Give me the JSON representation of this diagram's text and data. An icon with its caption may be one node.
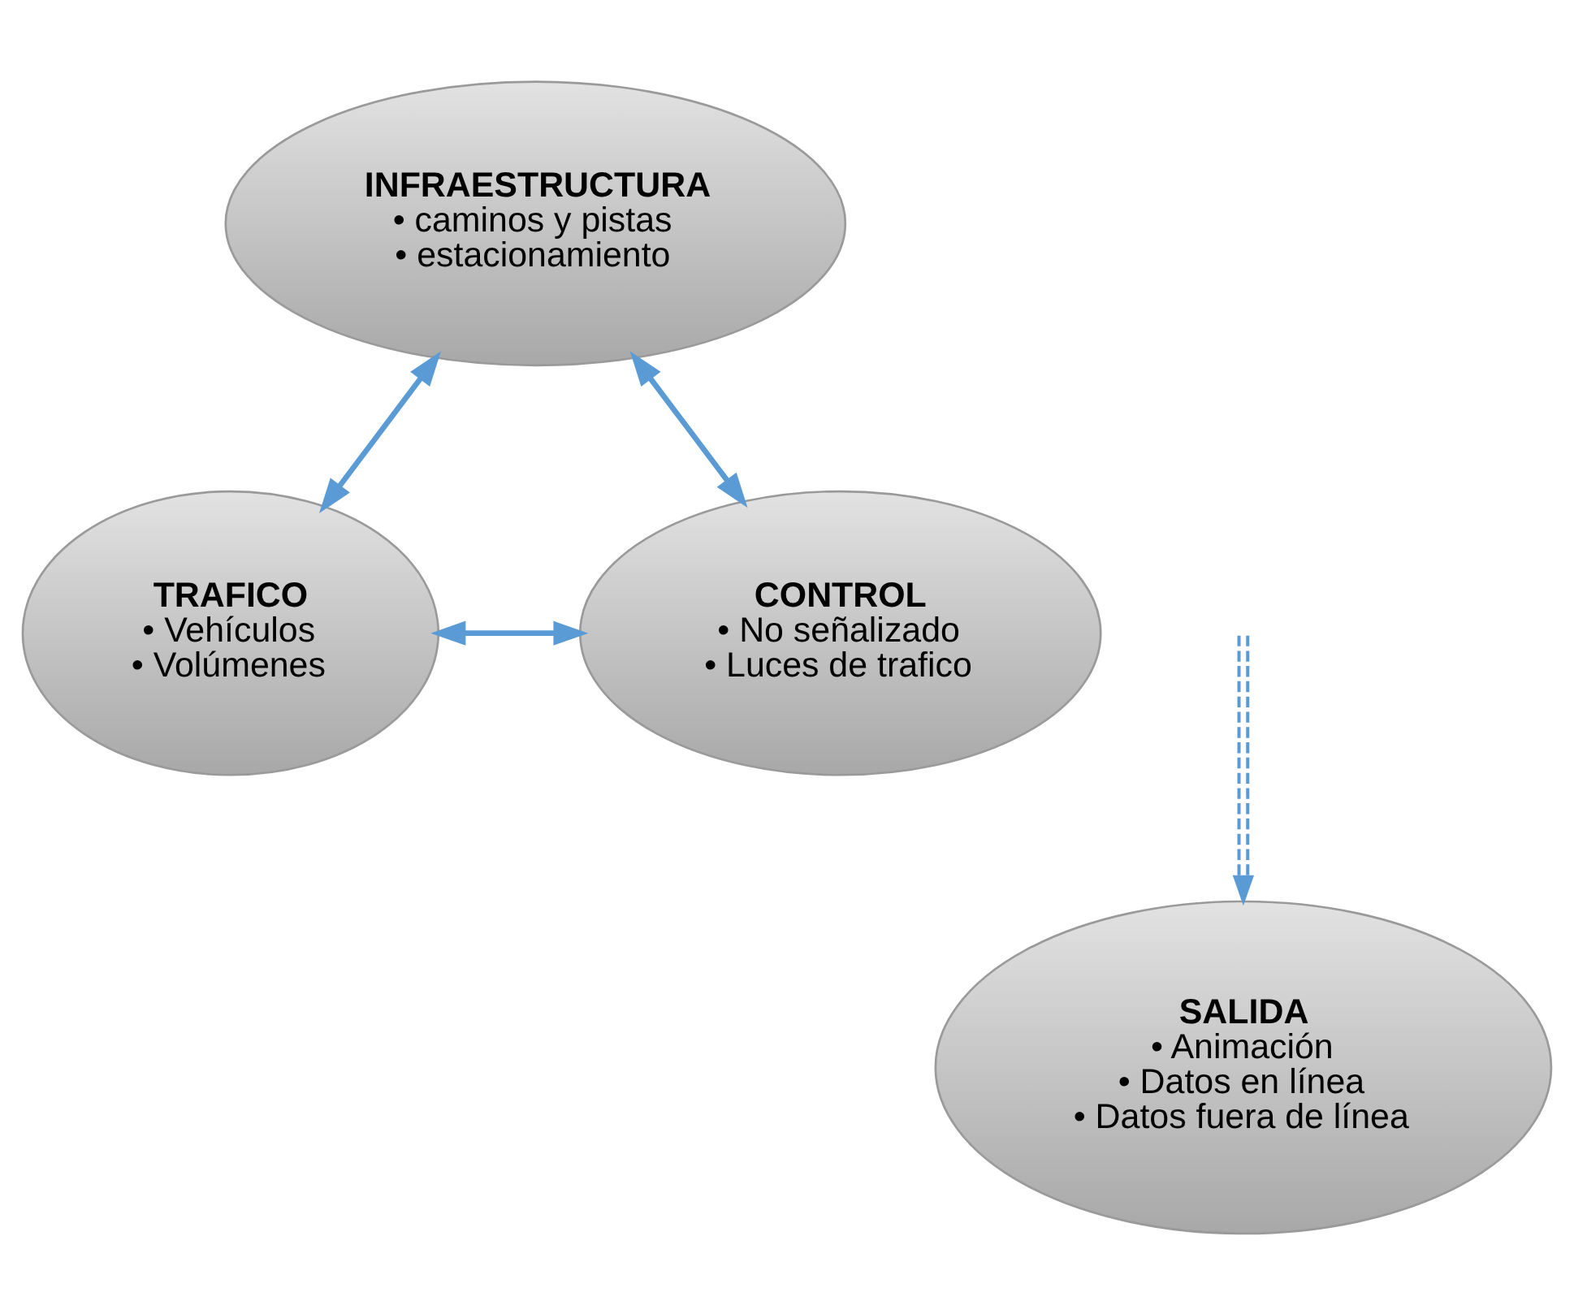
{
  "diagram": {
    "nodes": [
      {
        "text": [
          "INFRAESTRUCTURA",
          "• caminos y pistas",
          "• estacionamiento"
        ]
      },
      {
        "text": [
          "TRAFICO",
          "• Vehículos",
          "• Volúmenes"
        ]
      },
      {
        "text": [
          "CONTROL",
          "• No señalizado",
          "• Luces de trafico"
        ]
      },
      {
        "text": [
          "SALIDA",
          "• Animación",
          "• Datos en línea",
          "• Datos fuera de línea"
        ]
      }
    ],
    "edges": [
      {
        "from": 0,
        "to": 1,
        "arrow": "both"
      },
      {
        "from": 0,
        "to": 2,
        "arrow": "both"
      },
      {
        "from": 1,
        "to": 2,
        "arrow": "both"
      },
      {
        "from": null,
        "to": 3,
        "arrow": "to",
        "style": "dashed"
      }
    ]
  }
}
